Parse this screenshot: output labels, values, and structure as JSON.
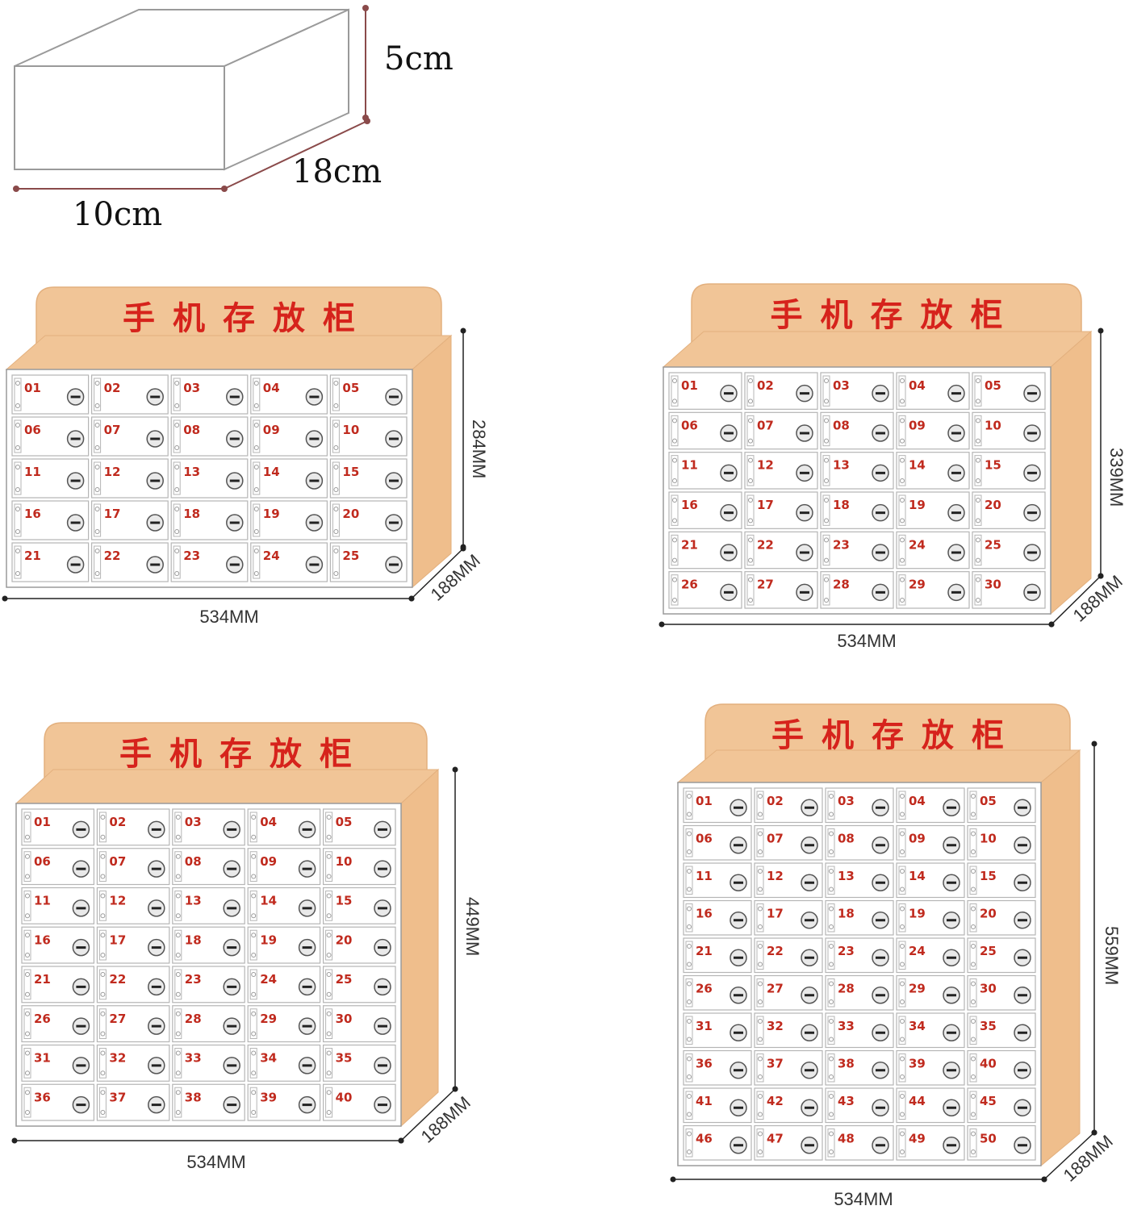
{
  "colors": {
    "wood": "#f1c597",
    "wood_side": "#efbe8c",
    "title_red": "#d6231c",
    "number_red": "#c02a1e",
    "frame": "#9a9a9a",
    "dim_line": "#222222",
    "box_dim": "#8a4a4a"
  },
  "box": {
    "height_label": "5cm",
    "depth_label": "18cm",
    "width_label": "10cm"
  },
  "cabinets": [
    {
      "title": "手机存放柜",
      "width_label": "534MM",
      "height_label": "284MM",
      "depth_label": "188MM",
      "columns": 5,
      "rows": 5,
      "numbers": [
        "01",
        "02",
        "03",
        "04",
        "05",
        "06",
        "07",
        "08",
        "09",
        "10",
        "11",
        "12",
        "13",
        "14",
        "15",
        "16",
        "17",
        "18",
        "19",
        "20",
        "21",
        "22",
        "23",
        "24",
        "25"
      ]
    },
    {
      "title": "手机存放柜",
      "width_label": "534MM",
      "height_label": "339MM",
      "depth_label": "188MM",
      "columns": 5,
      "rows": 6,
      "numbers": [
        "01",
        "02",
        "03",
        "04",
        "05",
        "06",
        "07",
        "08",
        "09",
        "10",
        "11",
        "12",
        "13",
        "14",
        "15",
        "16",
        "17",
        "18",
        "19",
        "20",
        "21",
        "22",
        "23",
        "24",
        "25",
        "26",
        "27",
        "28",
        "29",
        "30"
      ]
    },
    {
      "title": "手机存放柜",
      "width_label": "534MM",
      "height_label": "449MM",
      "depth_label": "188MM",
      "columns": 5,
      "rows": 8,
      "numbers": [
        "01",
        "02",
        "03",
        "04",
        "05",
        "06",
        "07",
        "08",
        "09",
        "10",
        "11",
        "12",
        "13",
        "14",
        "15",
        "16",
        "17",
        "18",
        "19",
        "20",
        "21",
        "22",
        "23",
        "24",
        "25",
        "26",
        "27",
        "28",
        "29",
        "30",
        "31",
        "32",
        "33",
        "34",
        "35",
        "36",
        "37",
        "38",
        "39",
        "40"
      ]
    },
    {
      "title": "手机存放柜",
      "width_label": "534MM",
      "height_label": "559MM",
      "depth_label": "188MM",
      "columns": 5,
      "rows": 10,
      "numbers": [
        "01",
        "02",
        "03",
        "04",
        "05",
        "06",
        "07",
        "08",
        "09",
        "10",
        "11",
        "12",
        "13",
        "14",
        "15",
        "16",
        "17",
        "18",
        "19",
        "20",
        "21",
        "22",
        "23",
        "24",
        "25",
        "26",
        "27",
        "28",
        "29",
        "30",
        "31",
        "32",
        "33",
        "34",
        "35",
        "36",
        "37",
        "38",
        "39",
        "40",
        "41",
        "42",
        "43",
        "44",
        "45",
        "46",
        "47",
        "48",
        "49",
        "50"
      ]
    }
  ]
}
